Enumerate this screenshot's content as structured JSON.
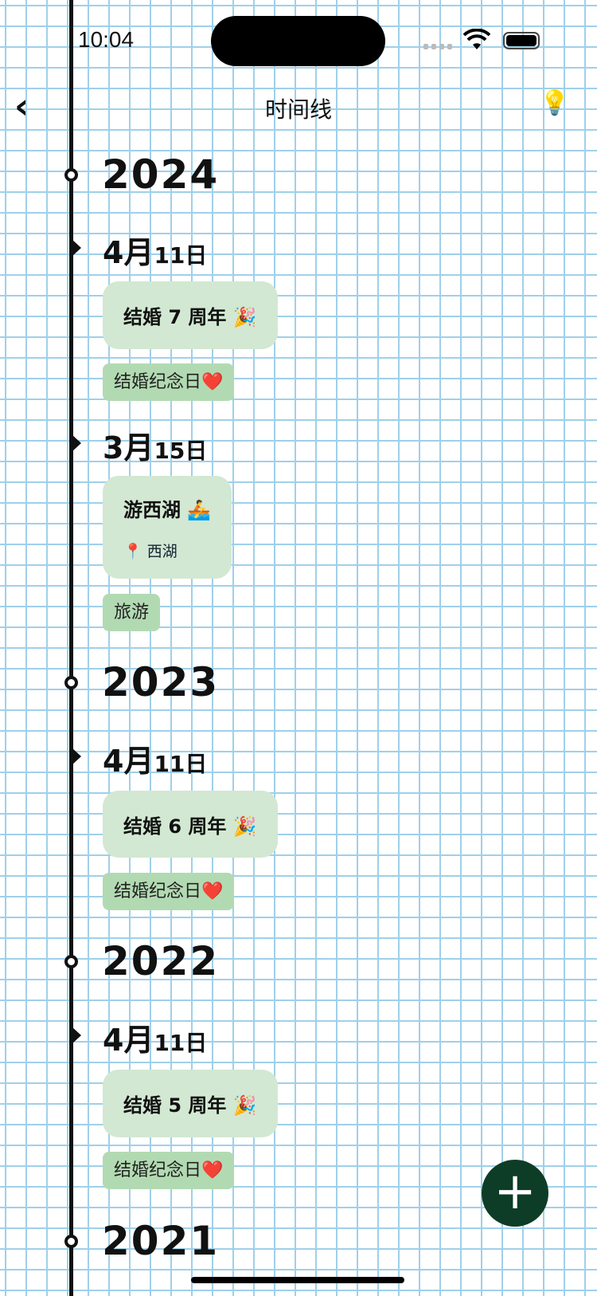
{
  "status": {
    "time": "10:04"
  },
  "nav": {
    "back_icon": "‹",
    "title": "时间线",
    "bulb_icon": "💡"
  },
  "years": [
    {
      "year": "2024",
      "events": [
        {
          "month": "4月",
          "day": "11日",
          "title": "结婚 7 周年 🎉",
          "tag": "结婚纪念日❤️"
        },
        {
          "month": "3月",
          "day": "15日",
          "title": "游西湖 🚣",
          "location": "西湖",
          "tag": "旅游"
        }
      ]
    },
    {
      "year": "2023",
      "events": [
        {
          "month": "4月",
          "day": "11日",
          "title": "结婚 6 周年 🎉",
          "tag": "结婚纪念日❤️"
        }
      ]
    },
    {
      "year": "2022",
      "events": [
        {
          "month": "4月",
          "day": "11日",
          "title": "结婚 5 周年 🎉",
          "tag": "结婚纪念日❤️"
        }
      ]
    },
    {
      "year": "2021",
      "events": []
    }
  ],
  "fab": {
    "label": "+"
  }
}
